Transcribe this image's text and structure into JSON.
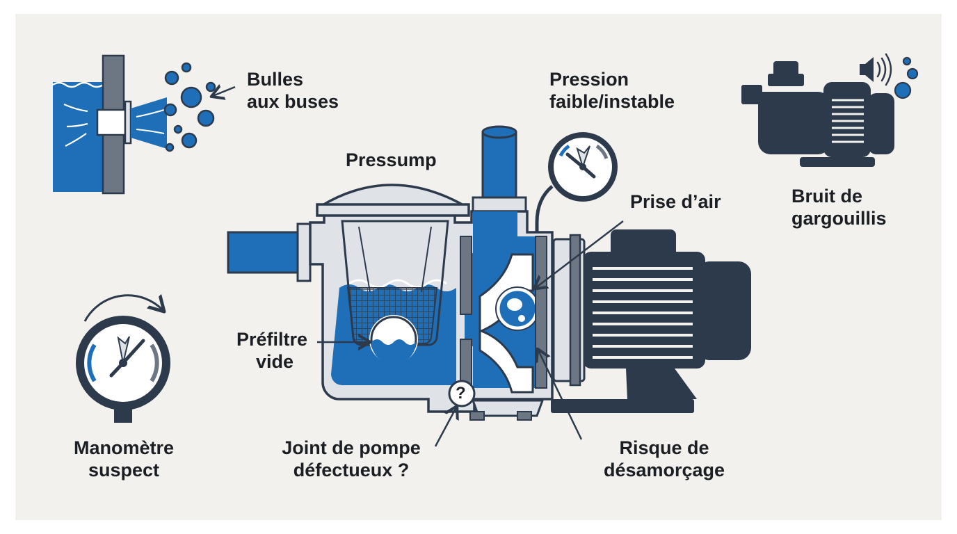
{
  "labels": {
    "bulles": {
      "line1": "Bulles",
      "line2": "aux buses"
    },
    "pression": {
      "line1": "Pression",
      "line2": "faible/instable"
    },
    "pressump": "Pressump",
    "prise_air": "Prise d’air",
    "bruit": {
      "line1": "Bruit de",
      "line2": "gargouillis"
    },
    "prefiltre": {
      "line1": "Préfiltre",
      "line2": "vide"
    },
    "manometre": {
      "line1": "Manomètre",
      "line2": "suspect"
    },
    "joint": {
      "line1": "Joint de pompe",
      "line2": "défectueux ?"
    },
    "risque": {
      "line1": "Risque de",
      "line2": "désamorçage"
    },
    "question_mark": "?"
  },
  "colors": {
    "background": "#f2f1ed",
    "water_blue": "#1e6fb8",
    "dark_navy": "#2c3a4c",
    "outline_gray": "#6d7784",
    "light_gray": "#dfe2e6",
    "text": "#1b1f24"
  }
}
